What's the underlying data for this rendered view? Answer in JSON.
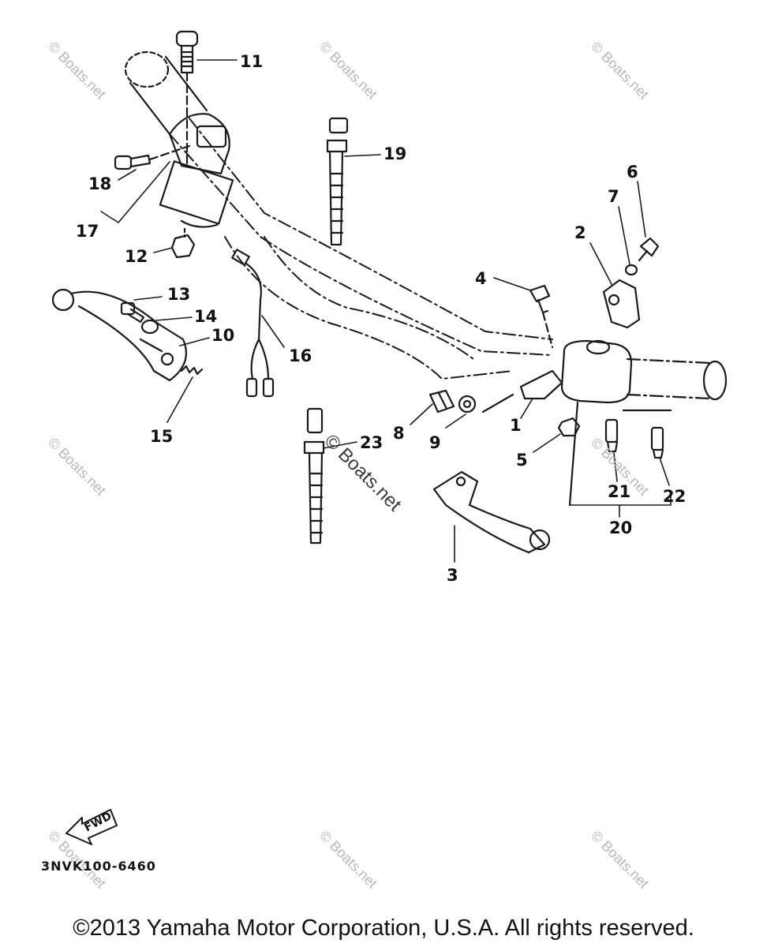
{
  "diagram_code": "3NVK100-6460",
  "copyright": "©2013 Yamaha Motor Corporation, U.S.A. All rights reserved.",
  "watermark": "© Boats.net",
  "fwd_label": "FWD",
  "callouts": {
    "c1": "1",
    "c2": "2",
    "c3": "3",
    "c4": "4",
    "c5": "5",
    "c6": "6",
    "c7": "7",
    "c8": "8",
    "c9": "9",
    "c10": "10",
    "c11": "11",
    "c12": "12",
    "c13": "13",
    "c14": "14",
    "c15": "15",
    "c16": "16",
    "c17": "17",
    "c18": "18",
    "c19": "19",
    "c20": "20",
    "c21": "21",
    "c22": "22",
    "c23": "23"
  }
}
